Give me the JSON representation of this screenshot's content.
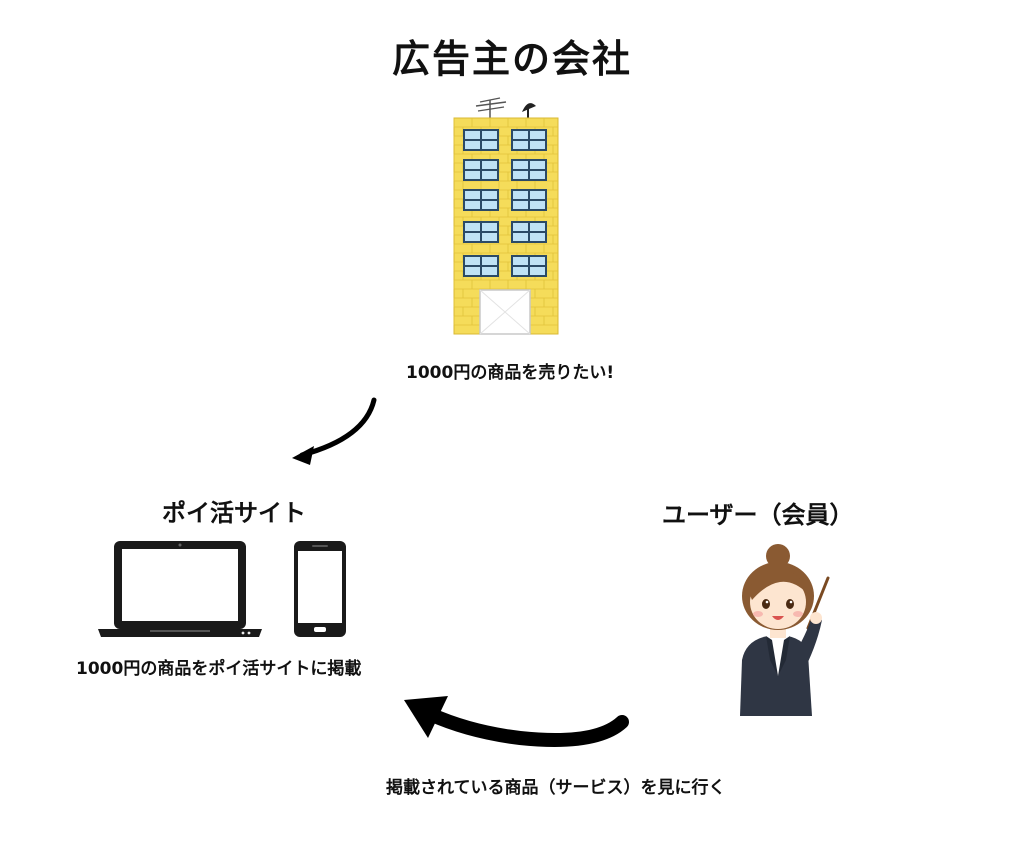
{
  "diagram": {
    "title": "広告主の会社",
    "advertiser_caption": "1000円の商品を売りたい!",
    "site_heading": "ポイ活サイト",
    "site_caption": "1000円の商品をポイ活サイトに掲載",
    "user_heading": "ユーザー（会員）",
    "user_caption": "掲載されている商品（サービス）を見に行く"
  },
  "colors": {
    "building": "#f5dc5a",
    "brick_line": "#e0c23a",
    "window_glass": "#bfe2f5",
    "window_frame": "#2b4a66",
    "arrow": "#000000",
    "suit": "#2f3644",
    "hair": "#8a5a32",
    "skin": "#fde5d0"
  },
  "icons": {
    "building": "office-building-icon",
    "laptop": "laptop-icon",
    "phone": "smartphone-icon",
    "user": "businesswoman-icon"
  }
}
